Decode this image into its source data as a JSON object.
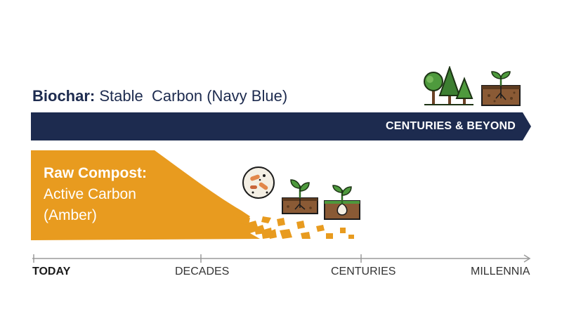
{
  "biochar": {
    "title_bold": "Biochar:",
    "title_rest": " Stable  Carbon (Navy Blue)",
    "bar_label": "CENTURIES & BEYOND",
    "color": "#1d2b4f"
  },
  "compost": {
    "title_bold": "Raw Compost:",
    "title_line2": "Active Carbon",
    "title_line3": "(Amber)",
    "color": "#e89b1f"
  },
  "icons": {
    "biochar": [
      "trees-icon",
      "sprout-in-soil-icon"
    ],
    "compost": [
      "microbes-icon",
      "sprout-in-soil-icon",
      "sprout-with-root-bulb-icon"
    ]
  },
  "timeline": {
    "ticks": [
      "TODAY",
      "DECADES",
      "CENTURIES",
      "MILLENNIA"
    ]
  }
}
